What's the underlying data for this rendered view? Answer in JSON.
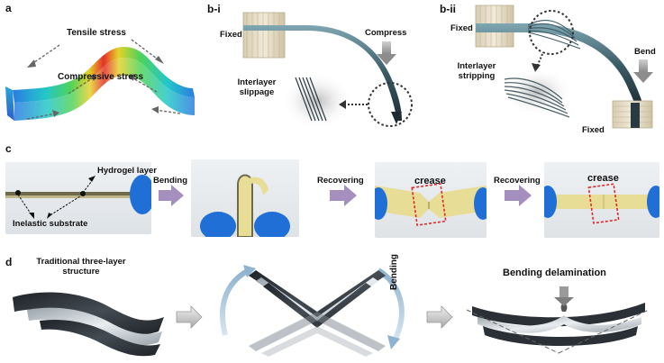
{
  "panel_labels": {
    "a": "a",
    "b_i": "b-i",
    "b_ii": "b-ii",
    "c": "c",
    "d": "d"
  },
  "panel_a": {
    "tensile": "Tensile stress",
    "compressive": "Compressive stress"
  },
  "panel_b_i": {
    "fixed": "Fixed",
    "compress": "Compress",
    "slippage_line1": "Interlayer",
    "slippage_line2": "slippage"
  },
  "panel_b_ii": {
    "fixed_top": "Fixed",
    "bend": "Bend",
    "stripping_line1": "Interlayer",
    "stripping_line2": "stripping",
    "fixed_bottom": "Fixed"
  },
  "panel_c": {
    "hydrogel": "Hydrogel layer",
    "substrate": "Inelastic substrate",
    "bending": "Bending",
    "recovering_1": "Recovering",
    "recovering_2": "Recovering",
    "crease_1": "crease",
    "crease_2": "crease"
  },
  "panel_d": {
    "traditional_line1": "Traditional three-layer",
    "traditional_line2": "structure",
    "bending": "Bending",
    "delamination": "Bending delamination"
  },
  "colors": {
    "arrow_purple": "#a48fbf",
    "crease_red": "#e0282a",
    "hydrogel_yellow": "#e8dd97"
  }
}
